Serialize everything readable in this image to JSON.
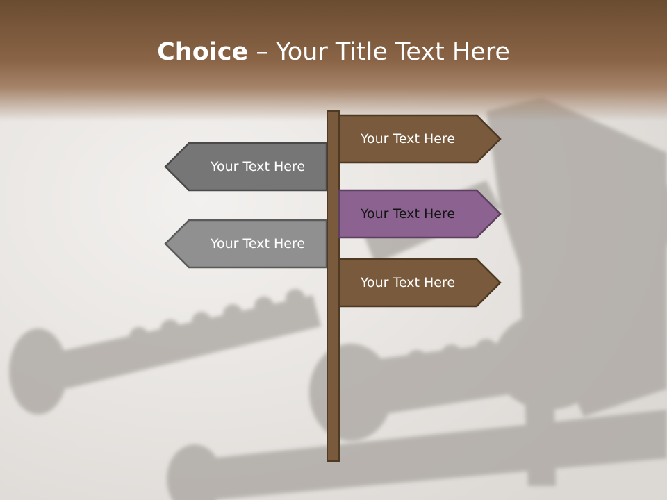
{
  "title": {
    "bold": "Choice",
    "dash": " – ",
    "rest": "Your Title Text Here"
  },
  "colors": {
    "header": "#7a5a3c",
    "brown_sign": "#7a5a3c",
    "purple_sign": "#8c6390",
    "dark_gray_sign": "#767676",
    "light_gray_sign": "#909090",
    "pole": "#7a5a3c"
  },
  "signs": [
    {
      "label": "Your Text Here",
      "direction": "right",
      "color": "brown"
    },
    {
      "label": "Your Text Here",
      "direction": "left",
      "color": "dark-gray"
    },
    {
      "label": "Your Text Here",
      "direction": "right",
      "color": "purple"
    },
    {
      "label": "Your Text Here",
      "direction": "left",
      "color": "light-gray"
    },
    {
      "label": "Your Text Here",
      "direction": "right",
      "color": "brown"
    }
  ]
}
